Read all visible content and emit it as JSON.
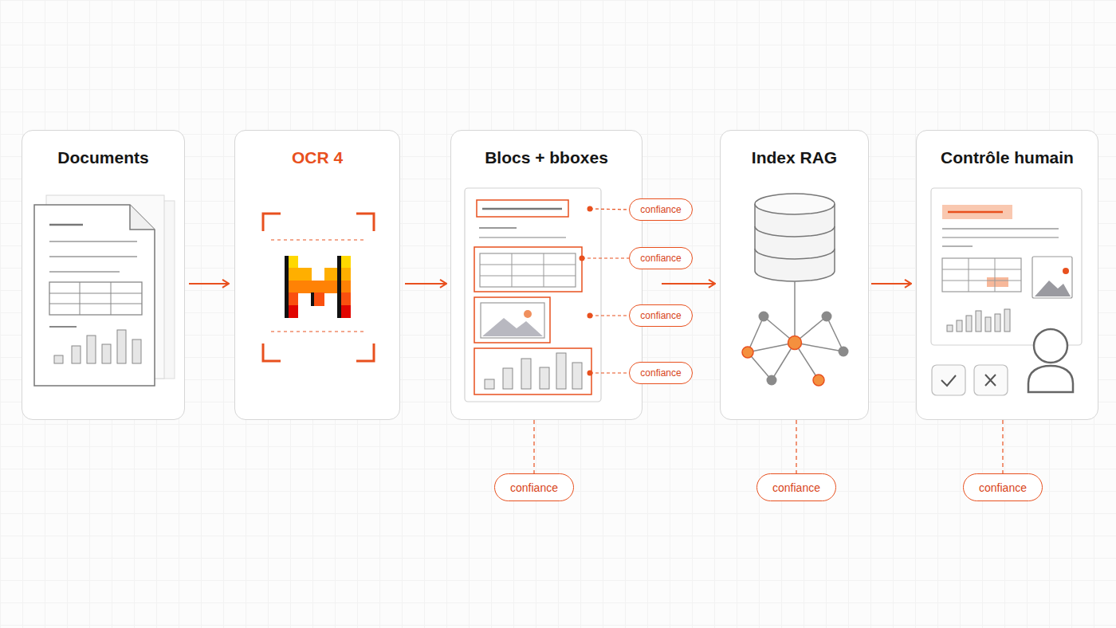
{
  "diagram": {
    "nodes": [
      {
        "text": [
          "Documents"
        ]
      },
      {
        "text": [
          "OCR 4"
        ]
      },
      {
        "text": [
          "Blocs + bboxes"
        ]
      },
      {
        "text": [
          "Index RAG"
        ]
      },
      {
        "text": [
          "Contrôle humain"
        ]
      },
      {
        "text": [
          "confiance"
        ]
      },
      {
        "text": [
          "confiance"
        ]
      },
      {
        "text": [
          "confiance"
        ]
      },
      {
        "text": [
          "confiance"
        ]
      },
      {
        "text": [
          "confiance"
        ]
      },
      {
        "text": [
          "confiance"
        ]
      },
      {
        "text": [
          "confiance"
        ]
      }
    ],
    "edges": [
      {
        "from": 0,
        "to": 1,
        "arrow": "to"
      },
      {
        "from": 1,
        "to": 2,
        "arrow": "to"
      },
      {
        "from": 2,
        "to": 3,
        "arrow": "to"
      },
      {
        "from": 3,
        "to": 4,
        "arrow": "to"
      },
      {
        "from": 2,
        "to": 9,
        "arrow": "none"
      },
      {
        "from": 3,
        "to": 10,
        "arrow": "none"
      },
      {
        "from": 4,
        "to": 11,
        "arrow": "none"
      }
    ]
  }
}
